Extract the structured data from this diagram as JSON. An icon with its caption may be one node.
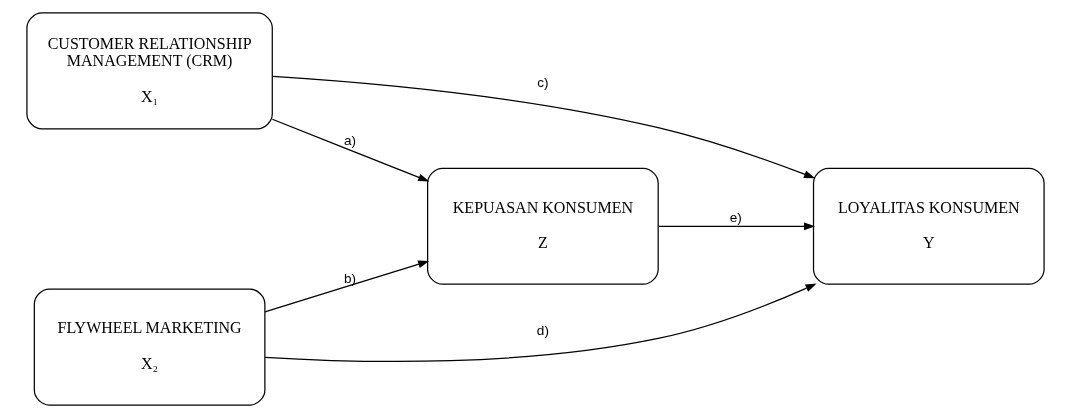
{
  "diagram": {
    "nodes": [
      {
        "text": [
          "CUSTOMER RELATIONSHIP MANAGEMENT (CRM)",
          "X₁"
        ]
      },
      {
        "text": [
          "FLYWHEEL MARKETING",
          "X₂"
        ]
      },
      {
        "text": [
          "KEPUASAN KONSUMEN",
          "Z"
        ]
      },
      {
        "text": [
          "LOYALITAS KONSUMEN",
          "Y"
        ]
      }
    ],
    "edges": [
      {
        "from": 0,
        "to": 2,
        "arrow": "to",
        "label": "a)"
      },
      {
        "from": 1,
        "to": 2,
        "arrow": "to",
        "label": "b)"
      },
      {
        "from": 0,
        "to": 3,
        "arrow": "to",
        "label": "c)"
      },
      {
        "from": 1,
        "to": 3,
        "arrow": "to",
        "label": "d)"
      },
      {
        "from": 2,
        "to": 3,
        "arrow": "to",
        "label": "e)"
      }
    ]
  }
}
